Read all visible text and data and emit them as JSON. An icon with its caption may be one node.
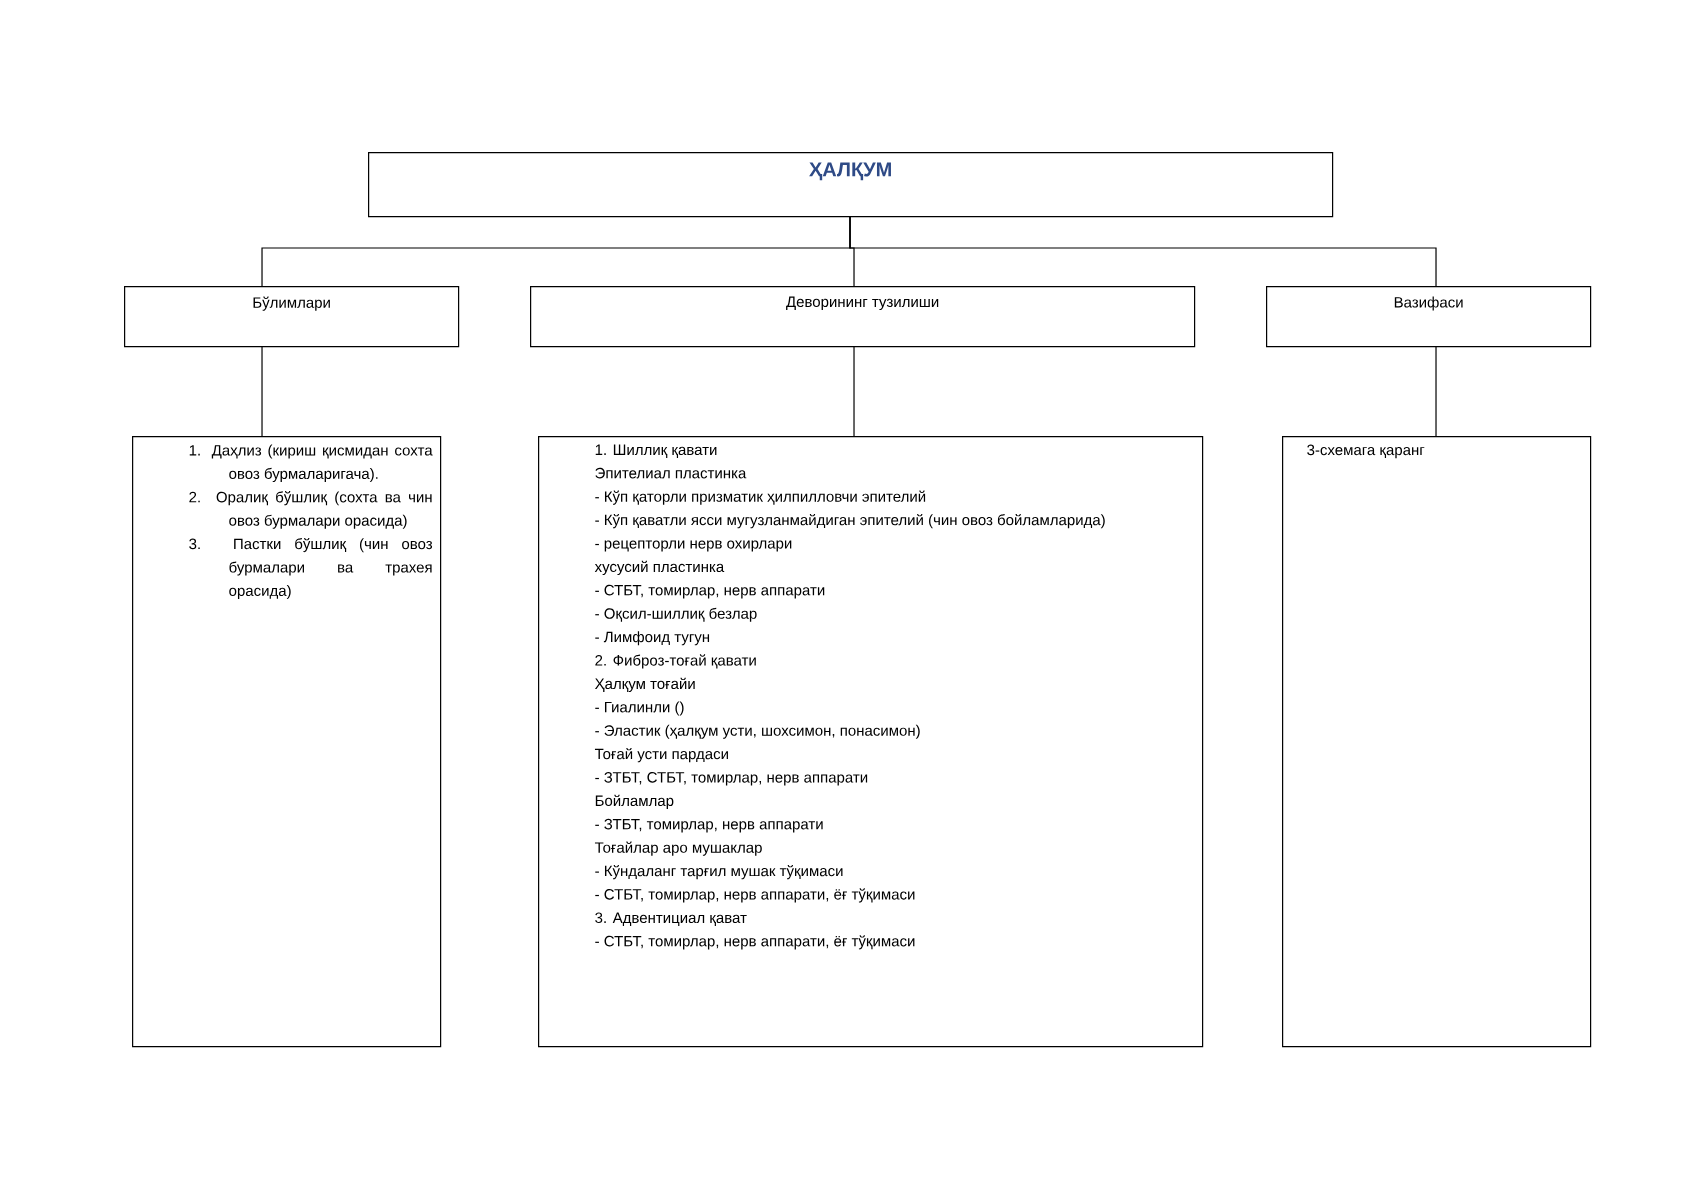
{
  "diagram": {
    "nodes": [
      {
        "text": [
          "ҲАЛҚУМ"
        ]
      },
      {
        "text": [
          "Бўлимлари"
        ]
      },
      {
        "text": [
          "Деворининг тузилиши"
        ]
      },
      {
        "text": [
          "Вазифаси"
        ]
      },
      {
        "text": [
          "1. Даҳлиз (кириш қисмидан сохта овоз бурмаларигача).",
          "2. Оралиқ бўшлиқ (сохта ва чин овоз бурмалари орасида)",
          "3. Пастки бўшлиқ (чин овоз бурмалари ва трахея орасида)"
        ]
      },
      {
        "text": [
          "1. Шиллиқ қавати",
          "Эпителиал пластинка",
          "- Кўп қаторли призматик ҳилпилловчи эпителий",
          "- Кўп қаватли ясси мугузланмайдиган эпителий (чин овоз бойламларида)",
          "- рецепторли нерв охирлари",
          "хусусий пластинка",
          "- СТБТ, томирлар, нерв аппарати",
          "- Оқсил-шиллиқ безлар",
          "- Лимфоид тугун",
          "2. Фиброз-тоғай қавати",
          "Ҳалқум тоғайи",
          "- Гиалинли ()",
          "- Эластик (ҳалқум усти, шохсимон, понасимон)",
          "Тоғай усти пардаси",
          "- ЗТБТ, СТБТ, томирлар, нерв аппарати",
          "Бойламлар",
          "- ЗТБТ, томирлар, нерв аппарати",
          "Тоғайлар аро мушаклар",
          "- Кўндаланг тарғил мушак тўқимаси",
          "- СТБТ, томирлар, нерв аппарати, ёғ тўқимаси",
          "3. Адвентициал қават",
          "- СТБТ, томирлар, нерв аппарати, ёғ тўқимаси"
        ]
      },
      {
        "text": [
          "3-схемага қаранг"
        ]
      }
    ],
    "edges": [
      {
        "from": 0,
        "to": 1,
        "arrow": "none"
      },
      {
        "from": 0,
        "to": 2,
        "arrow": "none"
      },
      {
        "from": 0,
        "to": 3,
        "arrow": "none"
      },
      {
        "from": 1,
        "to": 4,
        "arrow": "none"
      },
      {
        "from": 2,
        "to": 5,
        "arrow": "none"
      },
      {
        "from": 3,
        "to": 6,
        "arrow": "none"
      }
    ]
  }
}
